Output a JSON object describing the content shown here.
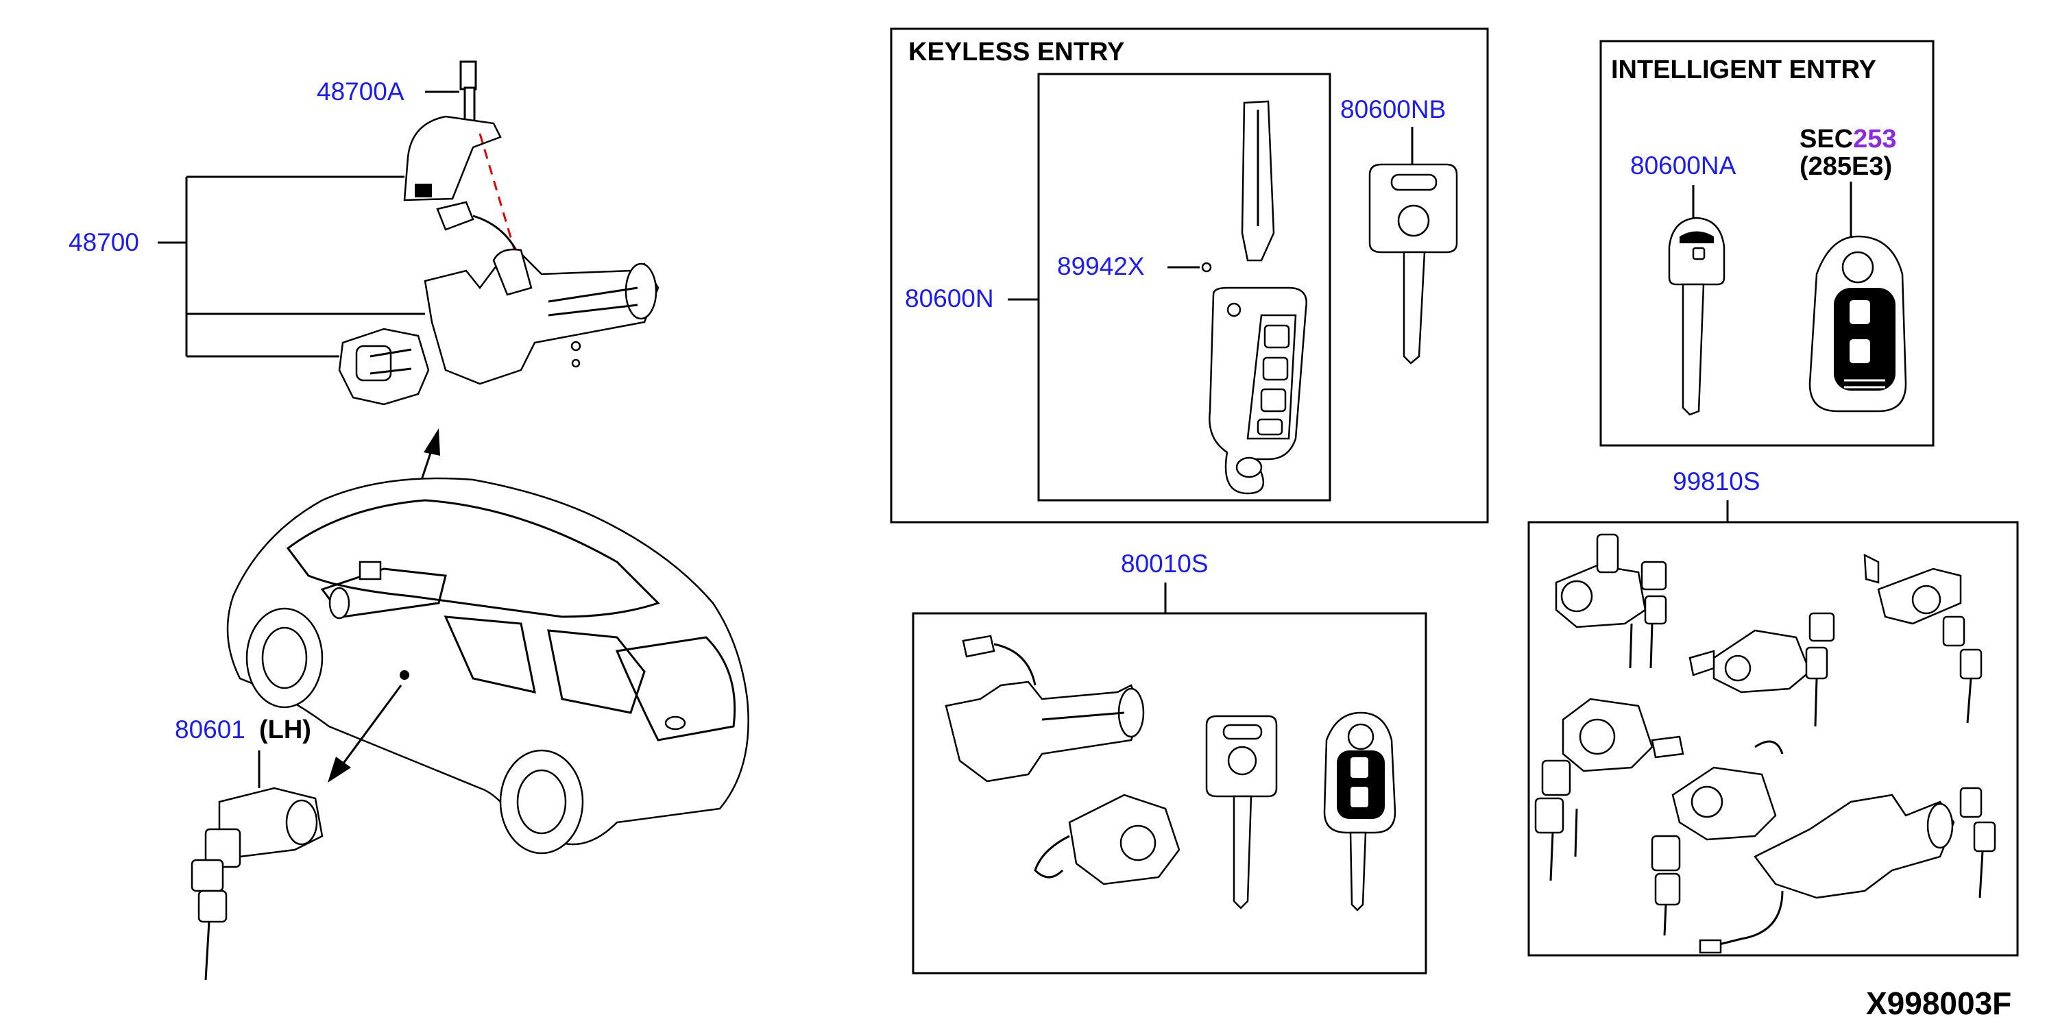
{
  "labels": {
    "p48700A": "48700A",
    "p48700": "48700",
    "p80601": "80601",
    "lh": "(LH)",
    "keyless_title": "KEYLESS ENTRY",
    "p80600NB": "80600NB",
    "p89942X": "89942X",
    "p80600N": "80600N",
    "intelligent_title": "INTELLIGENT ENTRY",
    "p80600NA": "80600NA",
    "sec": "SEC",
    "sec_num": "253",
    "p285E3": "(285E3)",
    "p99810S": "99810S",
    "p80010S": "80010S",
    "diagram_id": "X998003F"
  },
  "colors": {
    "part_number": "#1a1aff",
    "sec_number": "#8a2be2",
    "line": "#000000",
    "dashed_guide": "#e00000",
    "background": "#ffffff"
  }
}
